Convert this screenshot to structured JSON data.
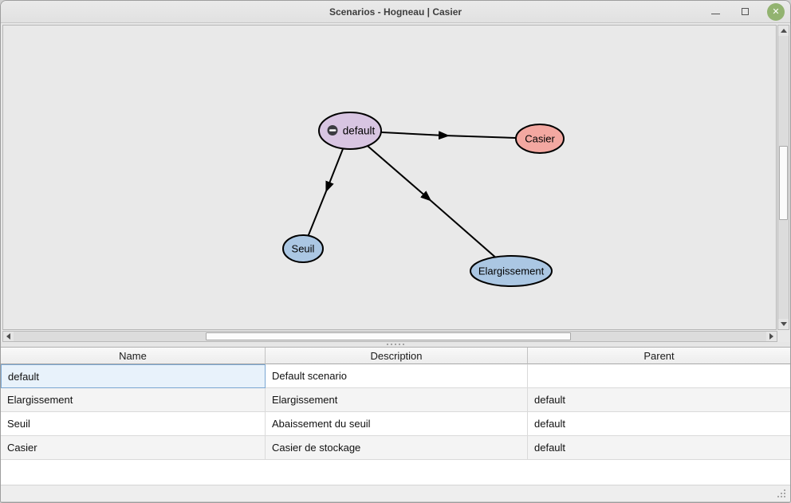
{
  "window": {
    "title": "Scenarios - Hogneau | Casier"
  },
  "icons": {
    "close": "✕"
  },
  "colors": {
    "close_button_green": "#92b370",
    "canvas_background": "#e9e9e9",
    "selection_background": "#e8f2fb",
    "selection_border": "#7aa6d1"
  },
  "graph": {
    "nodes": [
      {
        "label": "default",
        "fill": "#d8c5e2",
        "collapsed": true
      },
      {
        "label": "Casier",
        "fill": "#f3a8a1"
      },
      {
        "label": "Seuil",
        "fill": "#abc7e3"
      },
      {
        "label": "Elargissement",
        "fill": "#abc7e3"
      }
    ],
    "edges": [
      {
        "from": "default",
        "to": "Casier"
      },
      {
        "from": "default",
        "to": "Seuil"
      },
      {
        "from": "default",
        "to": "Elargissement"
      }
    ]
  },
  "table": {
    "columns": [
      "Name",
      "Description",
      "Parent"
    ],
    "rows": [
      {
        "name": "default",
        "description": "Default scenario",
        "parent": ""
      },
      {
        "name": "Elargissement",
        "description": "Elargissement",
        "parent": "default"
      },
      {
        "name": "Seuil",
        "description": "Abaissement du seuil",
        "parent": "default"
      },
      {
        "name": "Casier",
        "description": "Casier de stockage",
        "parent": "default"
      }
    ]
  }
}
